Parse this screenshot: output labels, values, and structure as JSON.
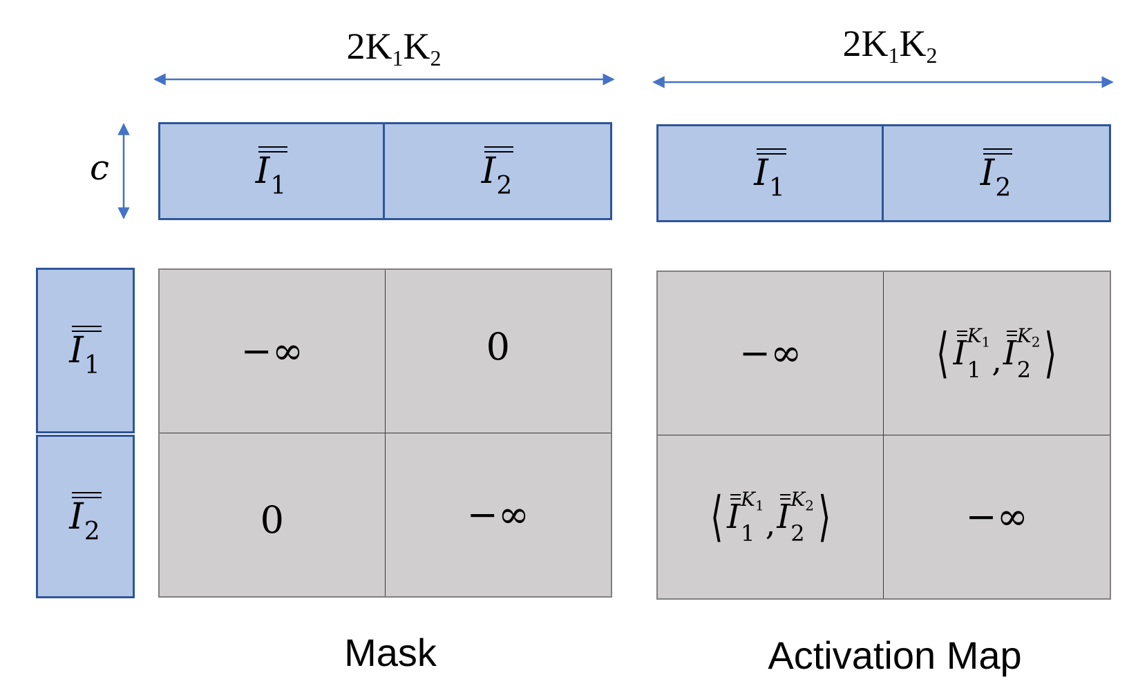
{
  "left_panel": {
    "width_label": {
      "base": "2K",
      "sub1": "1",
      "mid": "K",
      "sub2": "2"
    },
    "height_label": "c",
    "top_blocks": [
      {
        "symbol": "I",
        "index": "1"
      },
      {
        "symbol": "I",
        "index": "2"
      }
    ],
    "side_blocks": [
      {
        "symbol": "I",
        "index": "1"
      },
      {
        "symbol": "I",
        "index": "2"
      }
    ],
    "grid": [
      [
        "−∞",
        "0"
      ],
      [
        "0",
        "−∞"
      ]
    ],
    "caption": "Mask"
  },
  "right_panel": {
    "width_label": {
      "base": "2K",
      "sub1": "1",
      "mid": "K",
      "sub2": "2"
    },
    "top_blocks": [
      {
        "symbol": "I",
        "index": "1"
      },
      {
        "symbol": "I",
        "index": "2"
      }
    ],
    "grid": {
      "r0c0": "−∞",
      "r0c1": {
        "left_angle": "⟨",
        "a_symbol": "I",
        "a_sup": "K",
        "a_sup_sub": "1",
        "a_sub": "1",
        "comma": ",",
        "b_symbol": "I",
        "b_sup": "K",
        "b_sup_sub": "2",
        "b_sub": "2",
        "right_angle": "⟩"
      },
      "r1c0": {
        "left_angle": "⟨",
        "a_symbol": "I",
        "a_sup": "K",
        "a_sup_sub": "1",
        "a_sub": "1",
        "comma": ",",
        "b_symbol": "I",
        "b_sup": "K",
        "b_sup_sub": "2",
        "b_sub": "2",
        "right_angle": "⟩"
      },
      "r1c1": "−∞"
    },
    "caption": "Activation Map"
  },
  "colors": {
    "block_fill": "#b4c7e7",
    "block_border": "#2f5597",
    "grid_fill": "#d0cece",
    "arrow": "#4472c4"
  }
}
